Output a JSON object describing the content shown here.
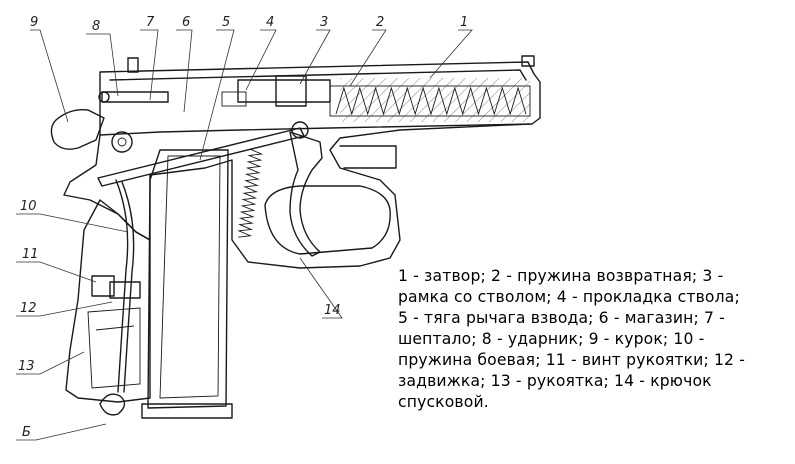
{
  "callouts": [
    "9",
    "8",
    "7",
    "6",
    "5",
    "4",
    "3",
    "2",
    "1",
    "10",
    "11",
    "12",
    "13",
    "14",
    "Б"
  ],
  "legend_lines": [
    "1 - затвор; 2 - пружина возвратная; 3 -",
    "рамка со стволом; 4 - прокладка ствола;",
    "5 - тяга рычага взвода; 6 - магазин; 7 -",
    "шептало; 8 - ударник; 9 - курок; 10 -",
    "пружина боевая; 11 - винт рукоятки; 12 -",
    "задвижка; 13 - рукоятка; 14 - крючок",
    "спусковой."
  ]
}
